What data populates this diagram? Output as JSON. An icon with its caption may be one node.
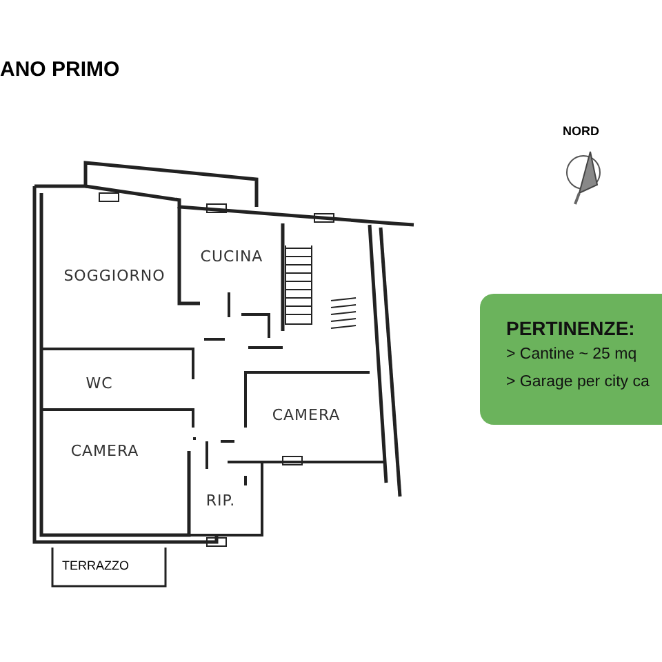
{
  "diagram": {
    "title": "ANO PRIMO",
    "nodes": [
      {
        "text": [
          "SOGGIORNO"
        ]
      },
      {
        "text": [
          "CUCINA"
        ]
      },
      {
        "text": [
          "WC"
        ]
      },
      {
        "text": [
          "CAMERA"
        ]
      },
      {
        "text": [
          "CAMERA"
        ]
      },
      {
        "text": [
          "RIP."
        ]
      },
      {
        "text": [
          "TERRAZZO"
        ]
      },
      {
        "text": [
          "PERTINENZE:",
          "> Cantine ~ 25 mq",
          "> Garage per city ca"
        ]
      }
    ],
    "edges": [],
    "labels": [
      "NORD"
    ]
  }
}
